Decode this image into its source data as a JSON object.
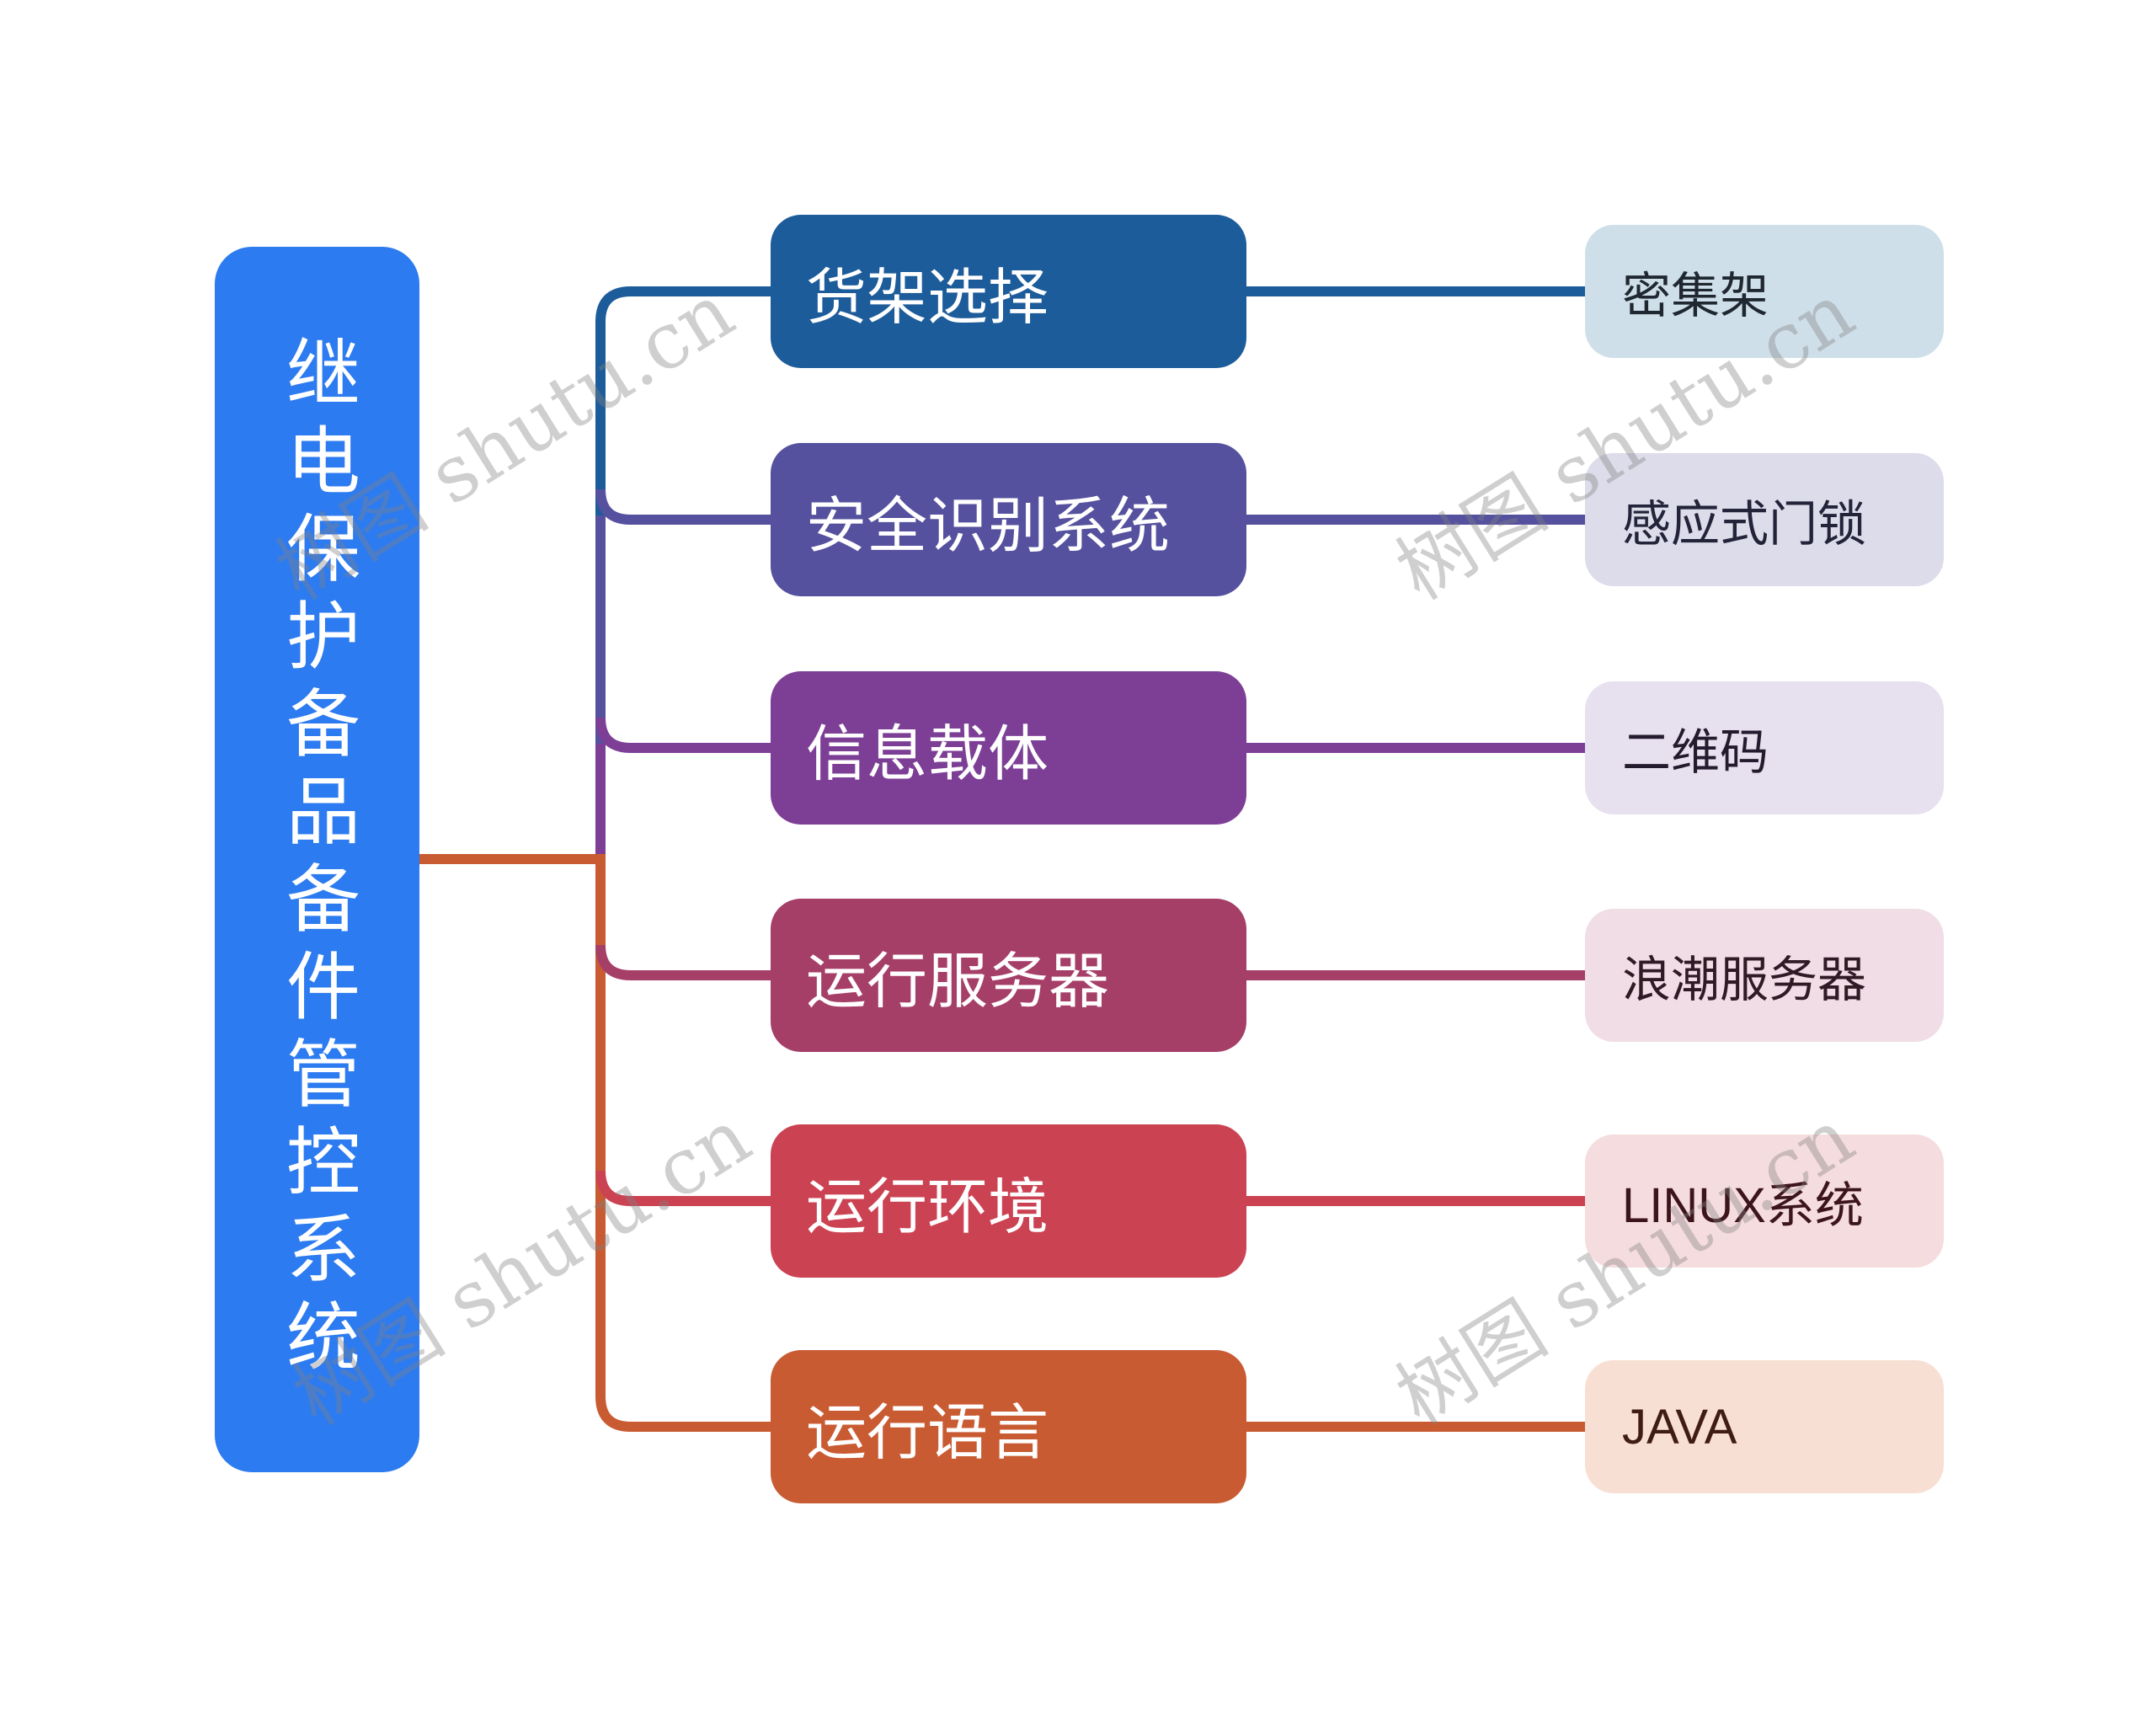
{
  "page": {
    "background": "#ffffff"
  },
  "root": {
    "label": "继电保护备品备件管控系统",
    "color": "#2d7bf0",
    "text_color": "#ffffff"
  },
  "branches": [
    {
      "label": "货架选择",
      "color": "#1d5c9a",
      "child": {
        "label": "密集架",
        "bg": "#cfdfe9",
        "text_color": "#1f2730"
      }
    },
    {
      "label": "安全识别系统",
      "color": "#55519e",
      "child": {
        "label": "感应式门锁",
        "bg": "#dcdcea",
        "text_color": "#23233a"
      }
    },
    {
      "label": "信息载体",
      "color": "#7d3f96",
      "child": {
        "label": "二维码",
        "bg": "#e7e0ee",
        "text_color": "#241b2e"
      }
    },
    {
      "label": "运行服务器",
      "color": "#a63f68",
      "child": {
        "label": "浪潮服务器",
        "bg": "#f0dde6",
        "text_color": "#301a25"
      }
    },
    {
      "label": "运行环境",
      "color": "#cb4353",
      "child": {
        "label": "LINUX系统",
        "bg": "#f5dcde",
        "text_color": "#3c151b"
      }
    },
    {
      "label": "运行语言",
      "color": "#c95b33",
      "child": {
        "label": "JAVA",
        "bg": "#f8dfd4",
        "text_color": "#3f1c14"
      }
    }
  ],
  "watermark": {
    "text": "树图 shutu.cn",
    "color": "#9a9a9a"
  }
}
